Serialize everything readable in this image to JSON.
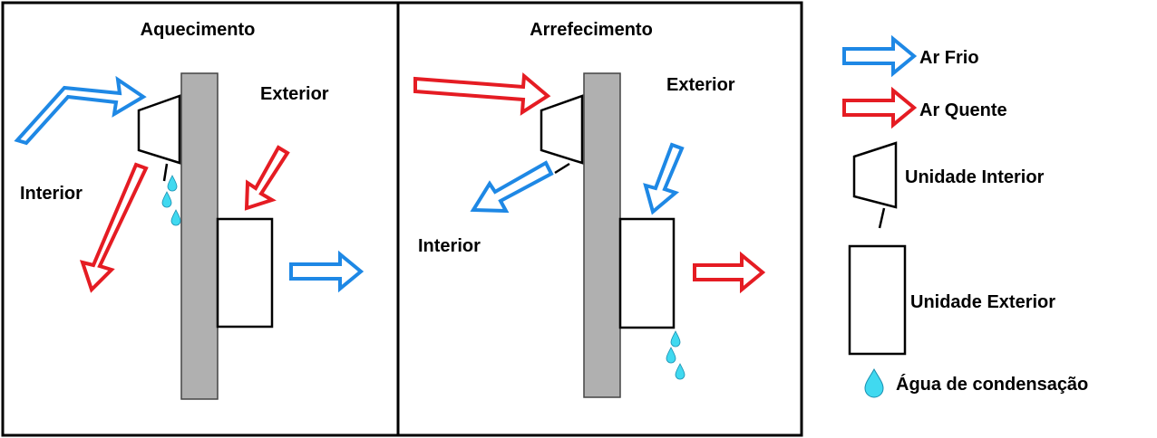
{
  "heating_panel": {
    "title": "Aquecimento",
    "interior_label": "Interior",
    "exterior_label": "Exterior"
  },
  "cooling_panel": {
    "title": "Arrefecimento",
    "interior_label": "Interior",
    "exterior_label": "Exterior"
  },
  "legend": {
    "cold_air": "Ar Frio",
    "hot_air": "Ar Quente",
    "indoor_unit": "Unidade Interior",
    "outdoor_unit": "Unidade Exterior",
    "condensation": "Água de condensação"
  },
  "colors": {
    "cold_air": "#1e88e5",
    "hot_air": "#e51c23",
    "wall": "#b0b0b0",
    "water_drop": "#40d9f0"
  }
}
